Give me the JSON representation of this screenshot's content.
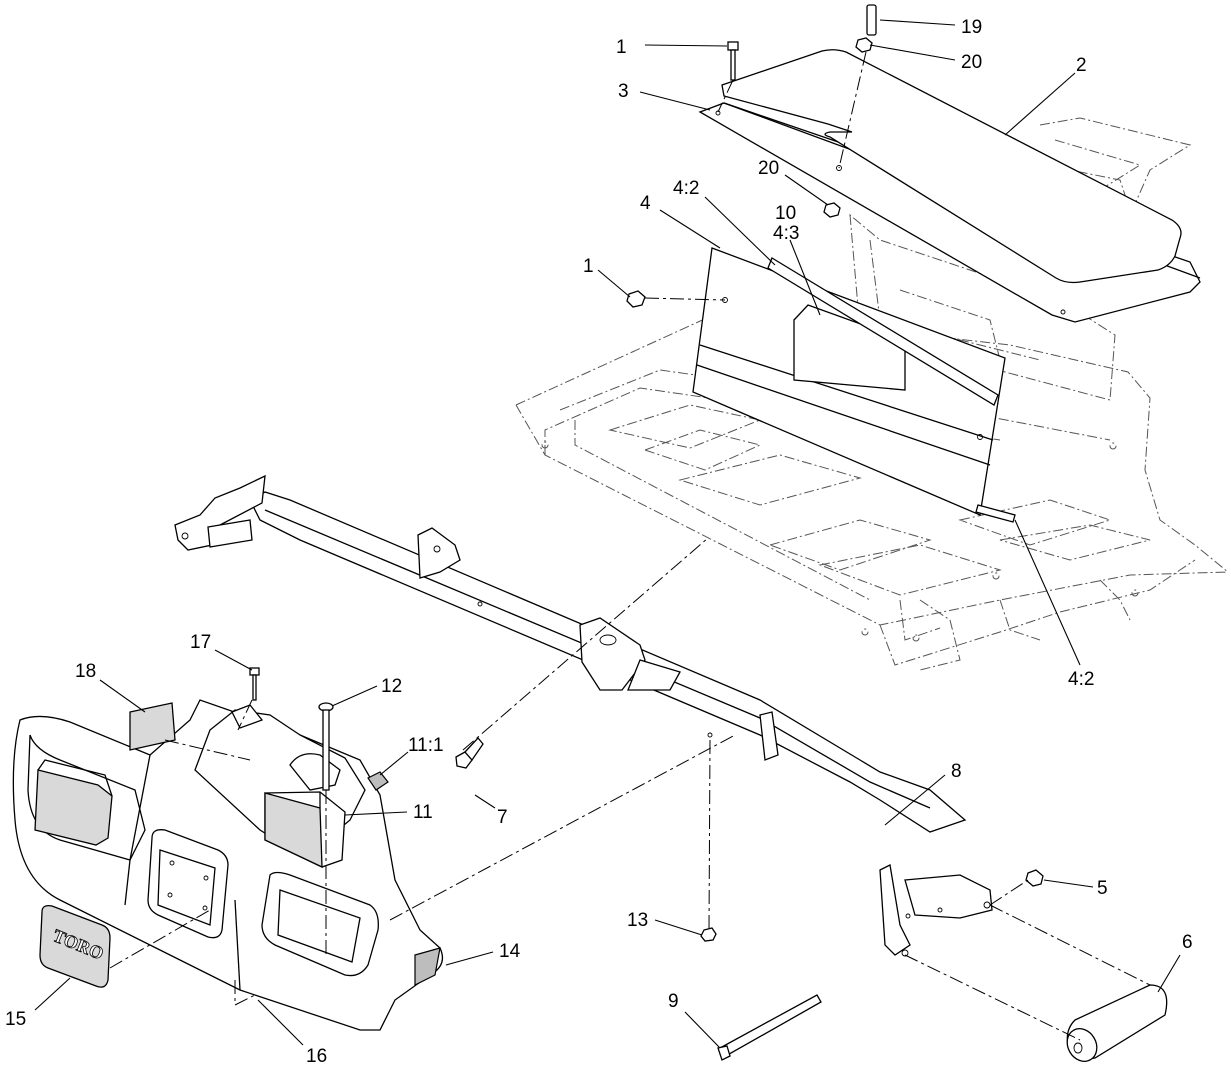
{
  "callouts": [
    {
      "id": "c1a",
      "label": "1"
    },
    {
      "id": "c19",
      "label": "19"
    },
    {
      "id": "c20a",
      "label": "20"
    },
    {
      "id": "c2",
      "label": "2"
    },
    {
      "id": "c3",
      "label": "3"
    },
    {
      "id": "c20b",
      "label": "20"
    },
    {
      "id": "c42a",
      "label": "4:2"
    },
    {
      "id": "c10",
      "label": "10"
    },
    {
      "id": "c43",
      "label": "4:3"
    },
    {
      "id": "c4",
      "label": "4"
    },
    {
      "id": "c1b",
      "label": "1"
    },
    {
      "id": "c42b",
      "label": "4:2"
    },
    {
      "id": "c17",
      "label": "17"
    },
    {
      "id": "c18",
      "label": "18"
    },
    {
      "id": "c12",
      "label": "12"
    },
    {
      "id": "c111",
      "label": "11:1"
    },
    {
      "id": "c11",
      "label": "11"
    },
    {
      "id": "c7",
      "label": "7"
    },
    {
      "id": "c8",
      "label": "8"
    },
    {
      "id": "c5",
      "label": "5"
    },
    {
      "id": "c13",
      "label": "13"
    },
    {
      "id": "c6",
      "label": "6"
    },
    {
      "id": "c14",
      "label": "14"
    },
    {
      "id": "c15",
      "label": "15"
    },
    {
      "id": "c9",
      "label": "9"
    },
    {
      "id": "c16",
      "label": "16"
    }
  ],
  "badge": {
    "text": "TORO"
  }
}
